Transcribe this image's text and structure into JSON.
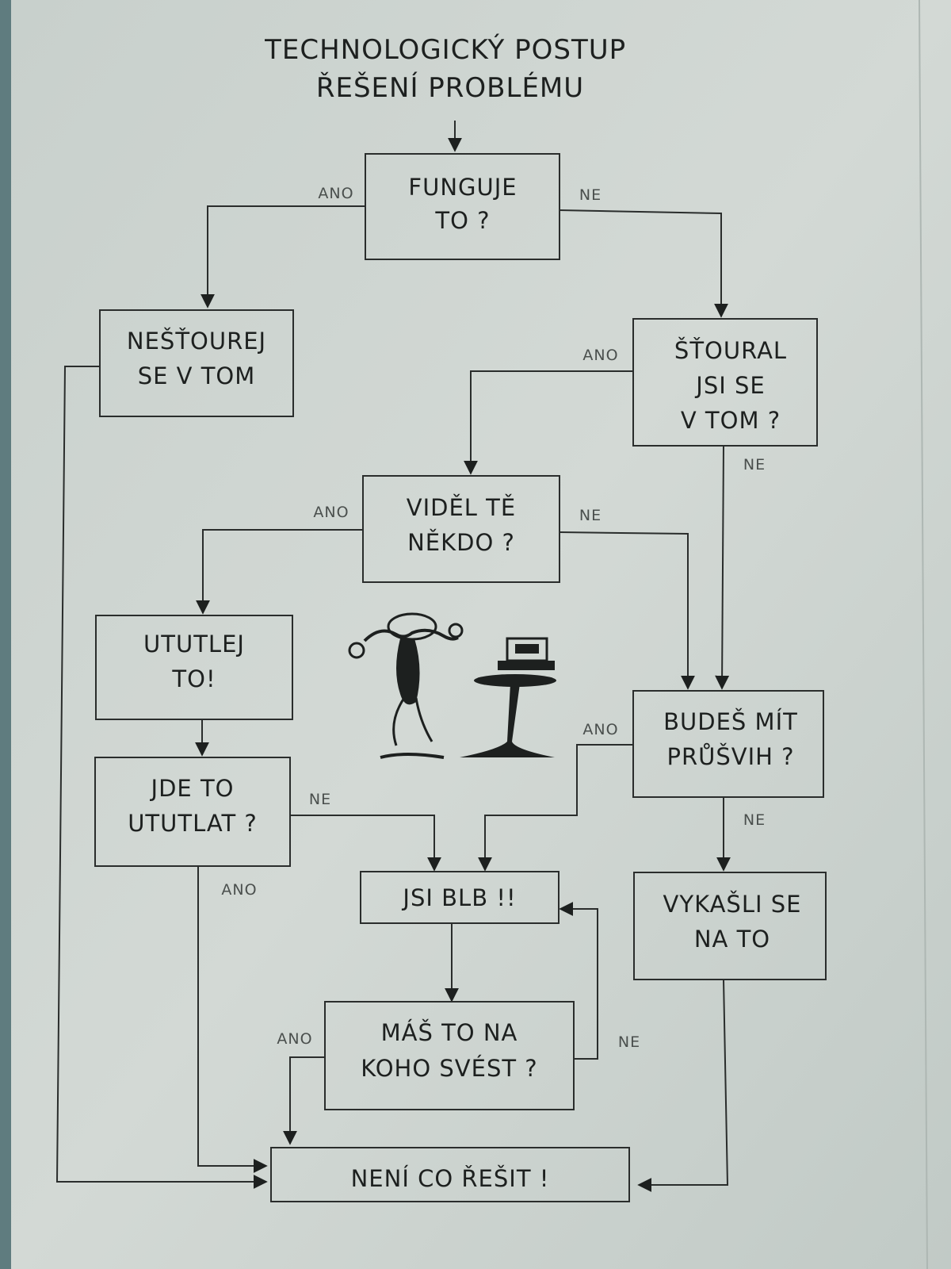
{
  "title": {
    "line1": "TECHNOLOGICKÝ POSTUP",
    "line2": "ŘEŠENÍ PROBLÉMU"
  },
  "boxes": {
    "funguje": [
      "FUNGUJE",
      "TO ?"
    ],
    "nestourej": [
      "NEŠŤOUREJ",
      "SE V TOM"
    ],
    "stoural": [
      "ŠŤOURAL",
      "JSI SE",
      "V TOM ?"
    ],
    "videl": [
      "VIDĚL TĚ",
      "NĚKDO ?"
    ],
    "ututlej": [
      "UTUTLEJ",
      "TO!"
    ],
    "prusvih": [
      "BUDEŠ MÍT",
      "PRŮŠVIH ?"
    ],
    "ututlat": [
      "JDE TO",
      "UTUTLAT ?"
    ],
    "blb": [
      "JSI BLB !!"
    ],
    "vykasli": [
      "VYKAŠLI SE",
      "NA TO"
    ],
    "svest": [
      "MÁŠ TO NA",
      "KOHO SVÉST ?"
    ],
    "neni": [
      "NENÍ CO ŘEŠIT !"
    ]
  },
  "labels": {
    "yes": "ANO",
    "no": "NE"
  },
  "colors": {
    "ink": "#2a2d2c",
    "paper": "#cfd6d2",
    "edge": "#2d5a63"
  }
}
